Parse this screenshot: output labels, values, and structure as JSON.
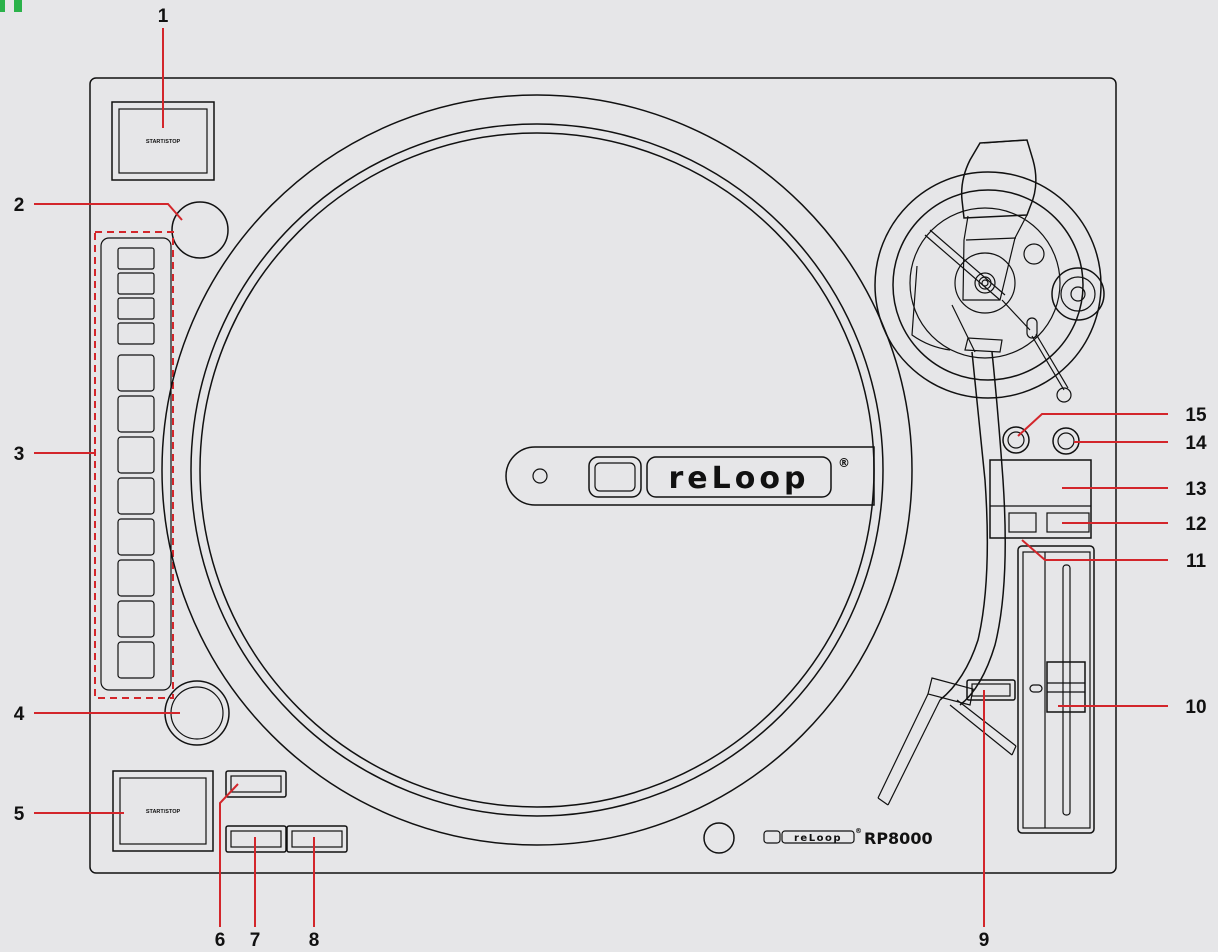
{
  "device": {
    "brand": "reLoop",
    "model": "RP8000",
    "registered_mark": "®",
    "start_stop_label_top": "START/STOP",
    "start_stop_label_bottom": "START/STOP"
  },
  "callouts": [
    "1",
    "2",
    "3",
    "4",
    "5",
    "6",
    "7",
    "8",
    "9",
    "10",
    "11",
    "12",
    "13",
    "14",
    "15"
  ],
  "colors": {
    "background": "#e6e6e8",
    "outline": "#111111",
    "callout_line": "#d3262b",
    "corner_mark": "#2bb24a"
  }
}
